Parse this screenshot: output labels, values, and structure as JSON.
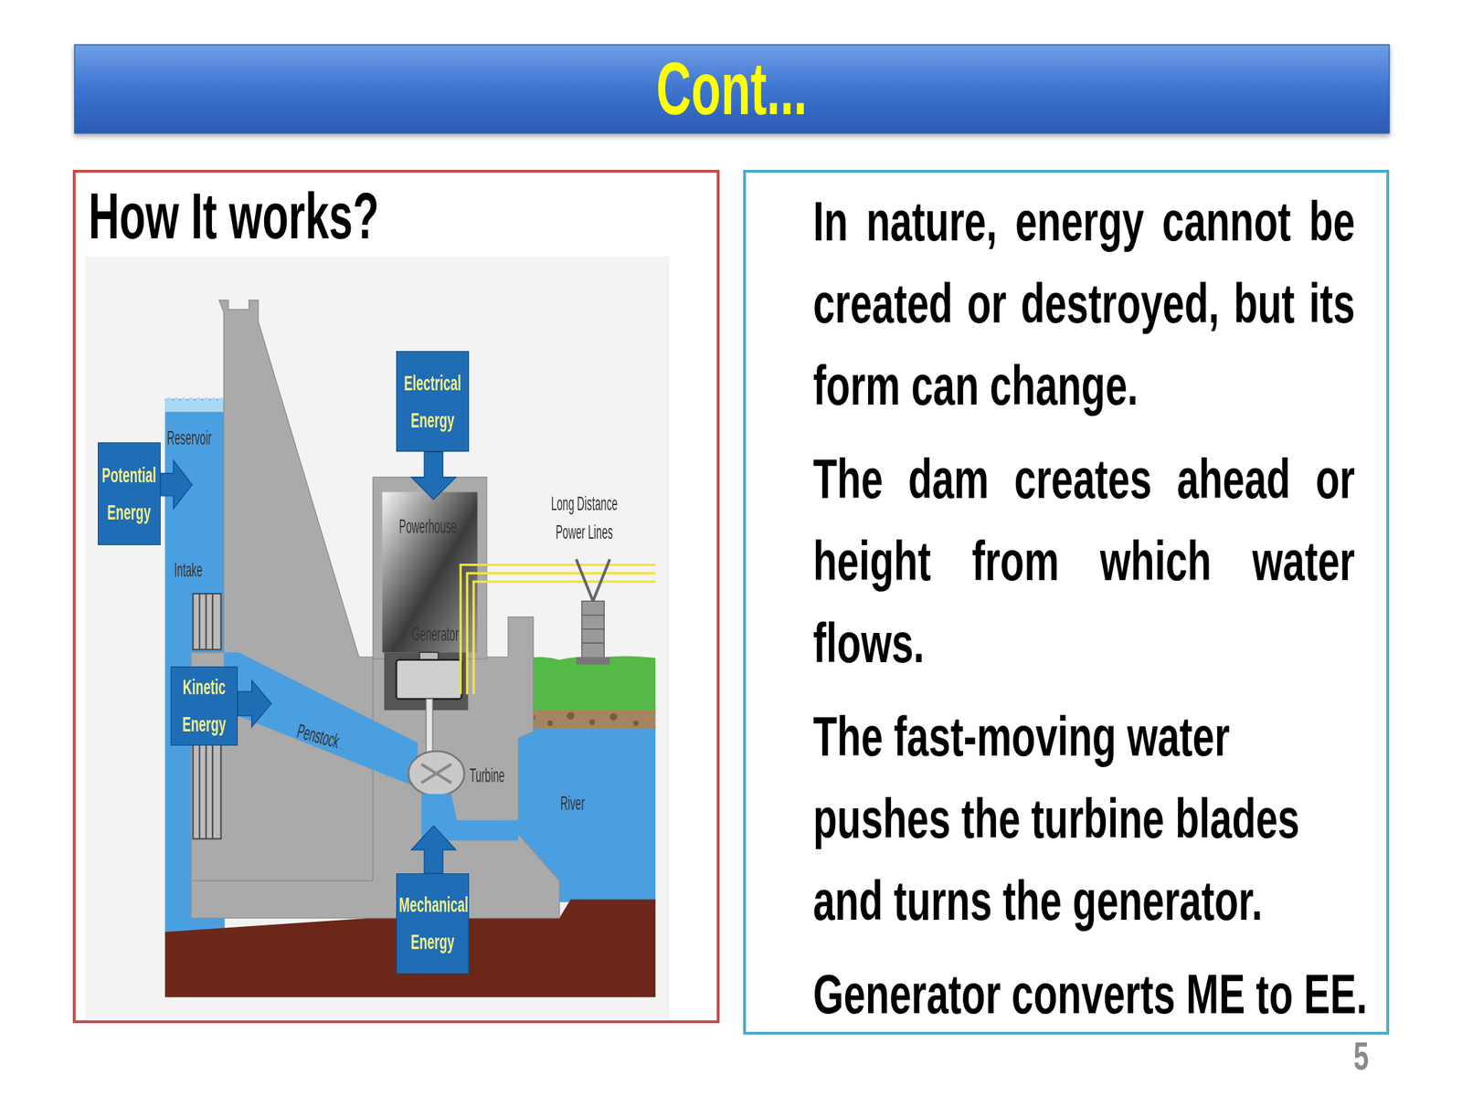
{
  "diagram": {
    "title": "Cont...",
    "nodes": [
      {
        "text": [
          "How It works?"
        ]
      },
      {
        "text": [
          "Electrical Energy"
        ],
        "in": 0
      },
      {
        "text": [
          "Potential Energy"
        ],
        "in": 0
      },
      {
        "text": [
          "Kinetic Energy"
        ],
        "in": 0
      },
      {
        "text": [
          "Mechanical Energy"
        ],
        "in": 0
      },
      {
        "text": [
          "In nature, energy cannot be created or destroyed, but its form can change.",
          "The dam creates ahead or height from which water flows.",
          "The fast-moving water pushes the turbine blades and turns the generator.",
          "Generator converts ME to EE."
        ]
      }
    ],
    "labels": [
      "Reservoir",
      "Intake",
      "Powerhouse",
      "Long Distance Power Lines",
      "Generator",
      "Penstock",
      "Turbine",
      "River",
      "5"
    ]
  }
}
